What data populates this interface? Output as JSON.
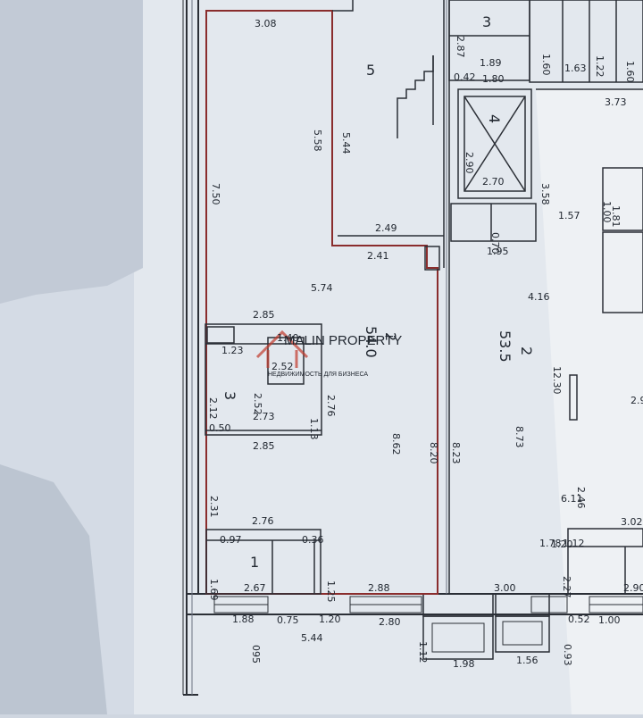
{
  "watermark": {
    "brand": "MALIN PROPERTY",
    "tagline": "НЕДВИЖИМОСТЬ ДЛЯ БИЗНЕСА"
  },
  "rooms": [
    {
      "id": "room-2-main",
      "number": "2",
      "area": "54.0"
    },
    {
      "id": "room-2-right",
      "number": "2",
      "area": "53.5"
    },
    {
      "id": "room-3",
      "number": "3"
    },
    {
      "id": "room-1",
      "number": "1"
    },
    {
      "id": "room-5",
      "number": "5"
    },
    {
      "id": "room-4-lift",
      "number": "4"
    },
    {
      "id": "room-3-top",
      "number": "3"
    }
  ],
  "dimensions": [
    "3.08",
    "7.50",
    "5.58",
    "5.44",
    "2.49",
    "2.41",
    "5.74",
    "2.85",
    "2.52",
    "2.76",
    "2.73",
    "2.85",
    "2.12",
    "8.62",
    "8.20",
    "8.23",
    "2.31",
    "2.76",
    "1.69",
    "2.67",
    "1.25",
    "2.88",
    "1.89",
    "1.80",
    "1.63",
    "3.73",
    "3.58",
    "1.95",
    "2.90",
    "2.70",
    "4.16",
    "12.30",
    "8.73",
    "1.57",
    "1.81",
    "1.00",
    "2.46",
    "6.11",
    "3.02",
    "2.90",
    "3.00",
    "1.20",
    "2.80",
    "0.75",
    "5.44",
    "1.12",
    "1.98",
    "1.56",
    "0.52",
    "1.00",
    "0.93",
    "1.20",
    "2.27",
    "2.87",
    "0.97",
    "0.36",
    "1.60",
    "1.22",
    "0.42",
    "1.60",
    "1.88",
    "0.70",
    "1.12",
    "2.9",
    "1.13",
    "1.40",
    "1.78",
    "0.50",
    "2.52",
    "1.23"
  ],
  "stamp": "095"
}
